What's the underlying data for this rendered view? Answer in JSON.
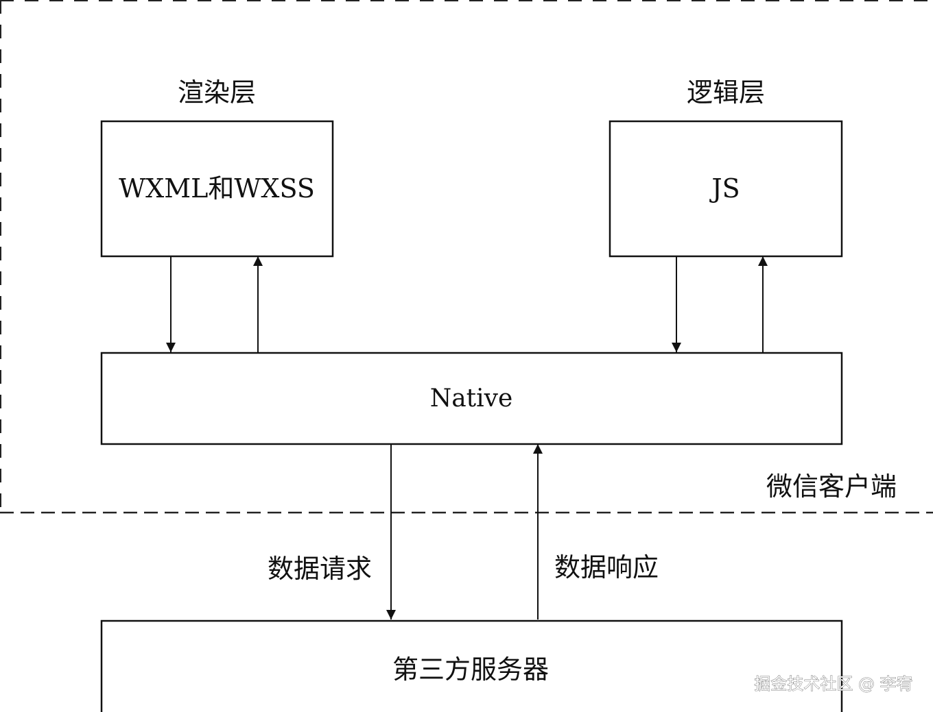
{
  "diagram": {
    "render_layer": {
      "title": "渲染层",
      "content": "WXML和WXSS"
    },
    "logic_layer": {
      "title": "逻辑层",
      "content": "JS"
    },
    "native": {
      "label": "Native"
    },
    "client_label": "微信客户端",
    "request_label": "数据请求",
    "response_label": "数据响应",
    "server": {
      "label": "第三方服务器"
    }
  },
  "watermark": "掘金技术社区 @ 李宥",
  "colors": {
    "stroke": "#111111",
    "background": "#ffffff"
  }
}
